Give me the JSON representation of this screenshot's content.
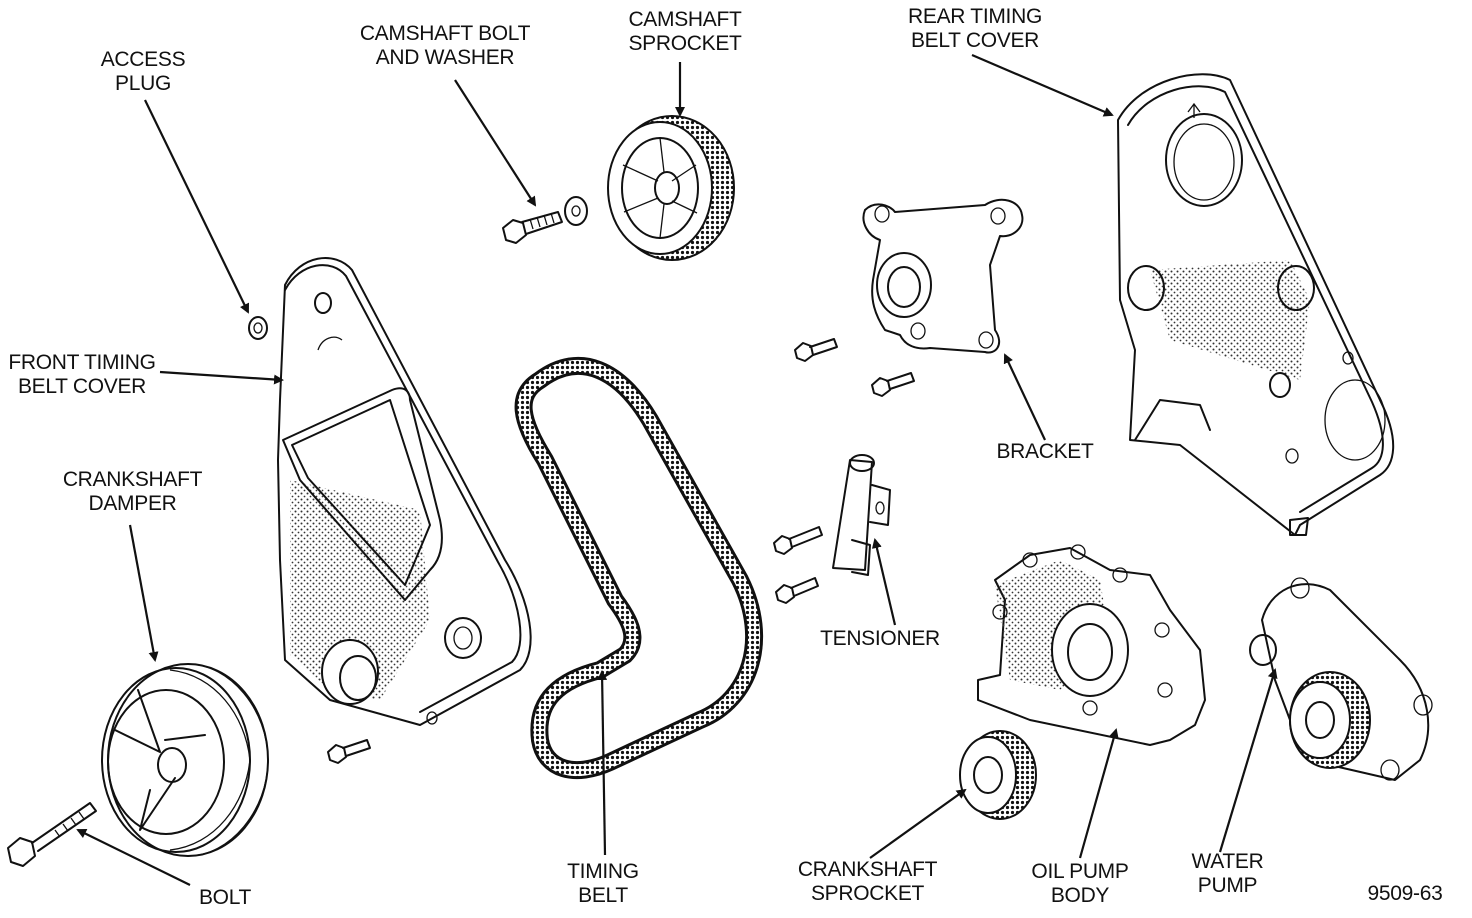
{
  "labels": {
    "access_plug": [
      "ACCESS",
      "PLUG"
    ],
    "camshaft_bolt": [
      "CAMSHAFT BOLT",
      "AND WASHER"
    ],
    "camshaft_sprocket": [
      "CAMSHAFT",
      "SPROCKET"
    ],
    "rear_cover": [
      "REAR TIMING",
      "BELT COVER"
    ],
    "front_cover": [
      "FRONT TIMING",
      "BELT COVER"
    ],
    "crank_damper": [
      "CRANKSHAFT",
      "DAMPER"
    ],
    "bracket": [
      "BRACKET"
    ],
    "tensioner": [
      "TENSIONER"
    ],
    "timing_belt": [
      "TIMING",
      "BELT"
    ],
    "crank_sprocket": [
      "CRANKSHAFT",
      "SPROCKET"
    ],
    "oil_pump": [
      "OIL PUMP",
      "BODY"
    ],
    "water_pump": [
      "WATER",
      "PUMP"
    ],
    "bolt": [
      "BOLT"
    ],
    "figure_id": "9509-63"
  }
}
